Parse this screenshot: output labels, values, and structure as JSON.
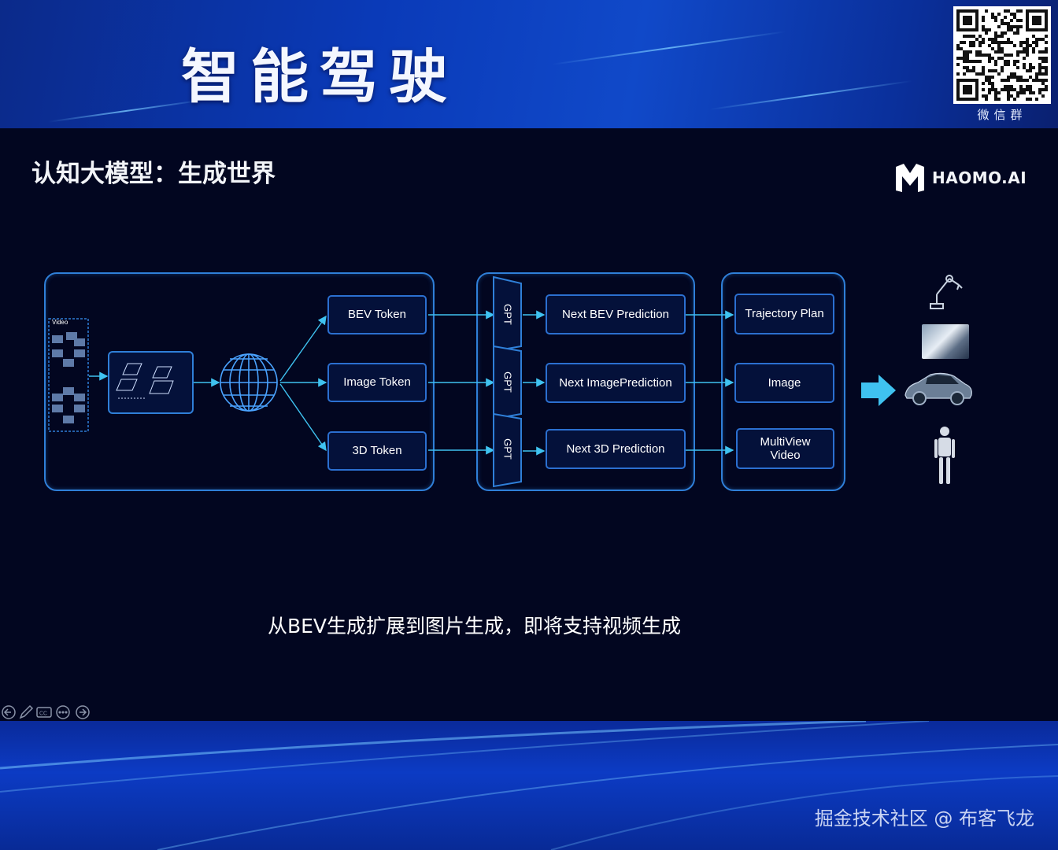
{
  "banner": {
    "title": "智能驾驶",
    "qr_label": "微信群"
  },
  "slide": {
    "heading": "认知大模型：生成世界",
    "logo_text": "HAOMO.AI",
    "caption": "从BEV生成扩展到图片生成，即将支持视频生成"
  },
  "diagram": {
    "video_label": "Video",
    "tokens": [
      "BEV Token",
      "Image Token",
      "3D Token"
    ],
    "gpt_labels": [
      "GPT",
      "GPT",
      "GPT"
    ],
    "predictions": [
      "Next BEV Prediction",
      "Next ImagePrediction",
      "Next 3D Prediction"
    ],
    "outputs": [
      "Trajectory Plan",
      "Image",
      "MultiView\nVideo"
    ],
    "output_line1": "MultiView",
    "output_line2": "Video",
    "applications": [
      "robot-arm-icon",
      "vehicle-scene-image",
      "car-icon",
      "humanoid-robot-icon"
    ],
    "arrow_color": "#3fc2f0",
    "border_color": "#2f7fd8"
  },
  "watermark": "掘金技术社区 @ 布客飞龙",
  "controls": [
    "back-icon",
    "pen-icon",
    "captions-icon",
    "more-icon",
    "forward-icon"
  ]
}
